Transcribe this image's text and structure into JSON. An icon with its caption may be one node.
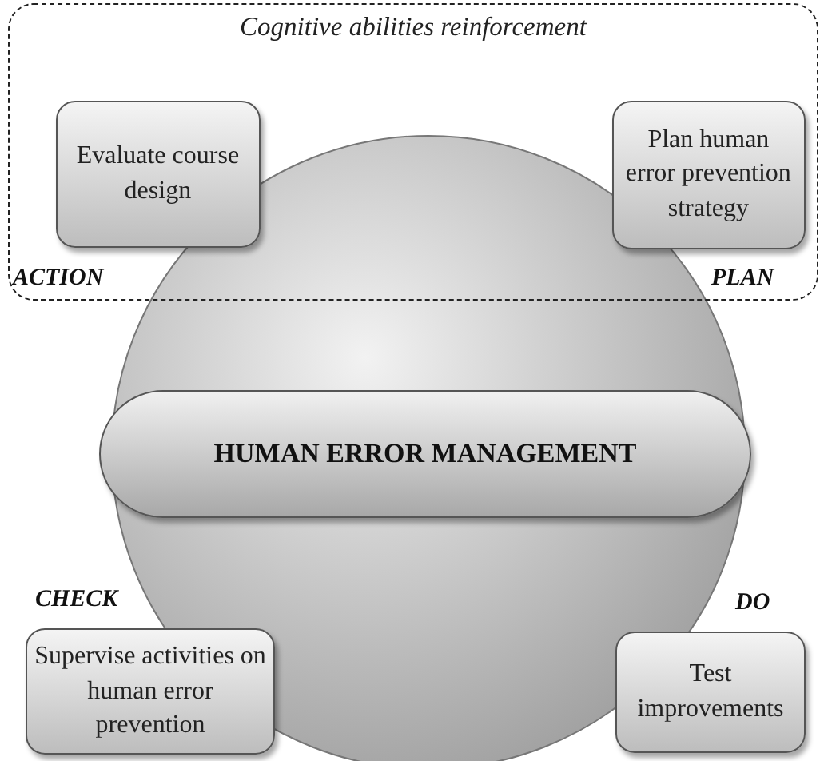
{
  "diagram": {
    "nodes": [
      {
        "text": [
          "Cognitive abilities reinforcement"
        ]
      },
      {
        "text": [
          "Evaluate course design"
        ],
        "in": 0
      },
      {
        "text": [
          "Plan human error prevention strategy"
        ],
        "in": 0
      },
      {
        "text": [
          "HUMAN ERROR MANAGEMENT"
        ]
      },
      {
        "text": [
          "Supervise activities on human error prevention"
        ]
      },
      {
        "text": [
          "Test improvements"
        ]
      }
    ],
    "labels": [
      "ACTION",
      "PLAN",
      "CHECK",
      "DO"
    ]
  }
}
